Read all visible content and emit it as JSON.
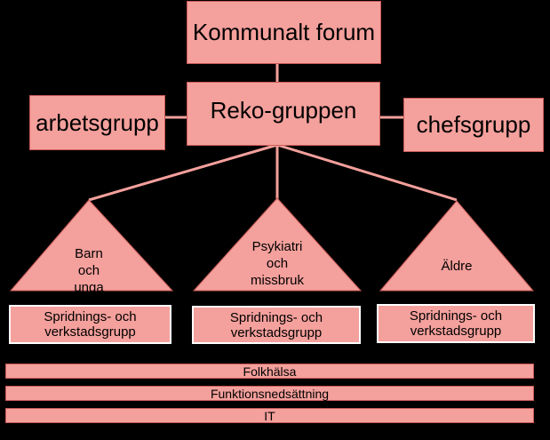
{
  "top": {
    "label": "Kommunalt forum"
  },
  "center": {
    "label": "Reko-gruppen"
  },
  "left": {
    "label": "arbetsgrupp"
  },
  "right": {
    "label": "chefsgrupp"
  },
  "triangles": [
    {
      "lines": [
        "Barn",
        "och",
        "unga"
      ]
    },
    {
      "lines": [
        "Psykiatri",
        "och",
        "missbruk"
      ]
    },
    {
      "lines": [
        "Äldre"
      ]
    }
  ],
  "groups": [
    {
      "lines": [
        "Spridnings- och",
        "verkstadsgrupp"
      ]
    },
    {
      "lines": [
        "Spridnings- och",
        "verkstadsgrupp"
      ]
    },
    {
      "lines": [
        "Spridnings- och",
        "verkstadsgrupp"
      ]
    }
  ],
  "bands": [
    "Folkhälsa",
    "Funktionsnedsättning",
    "IT"
  ],
  "colors": {
    "fill": "#f4a09c",
    "stroke": "#c85a57",
    "background": "#000000"
  }
}
